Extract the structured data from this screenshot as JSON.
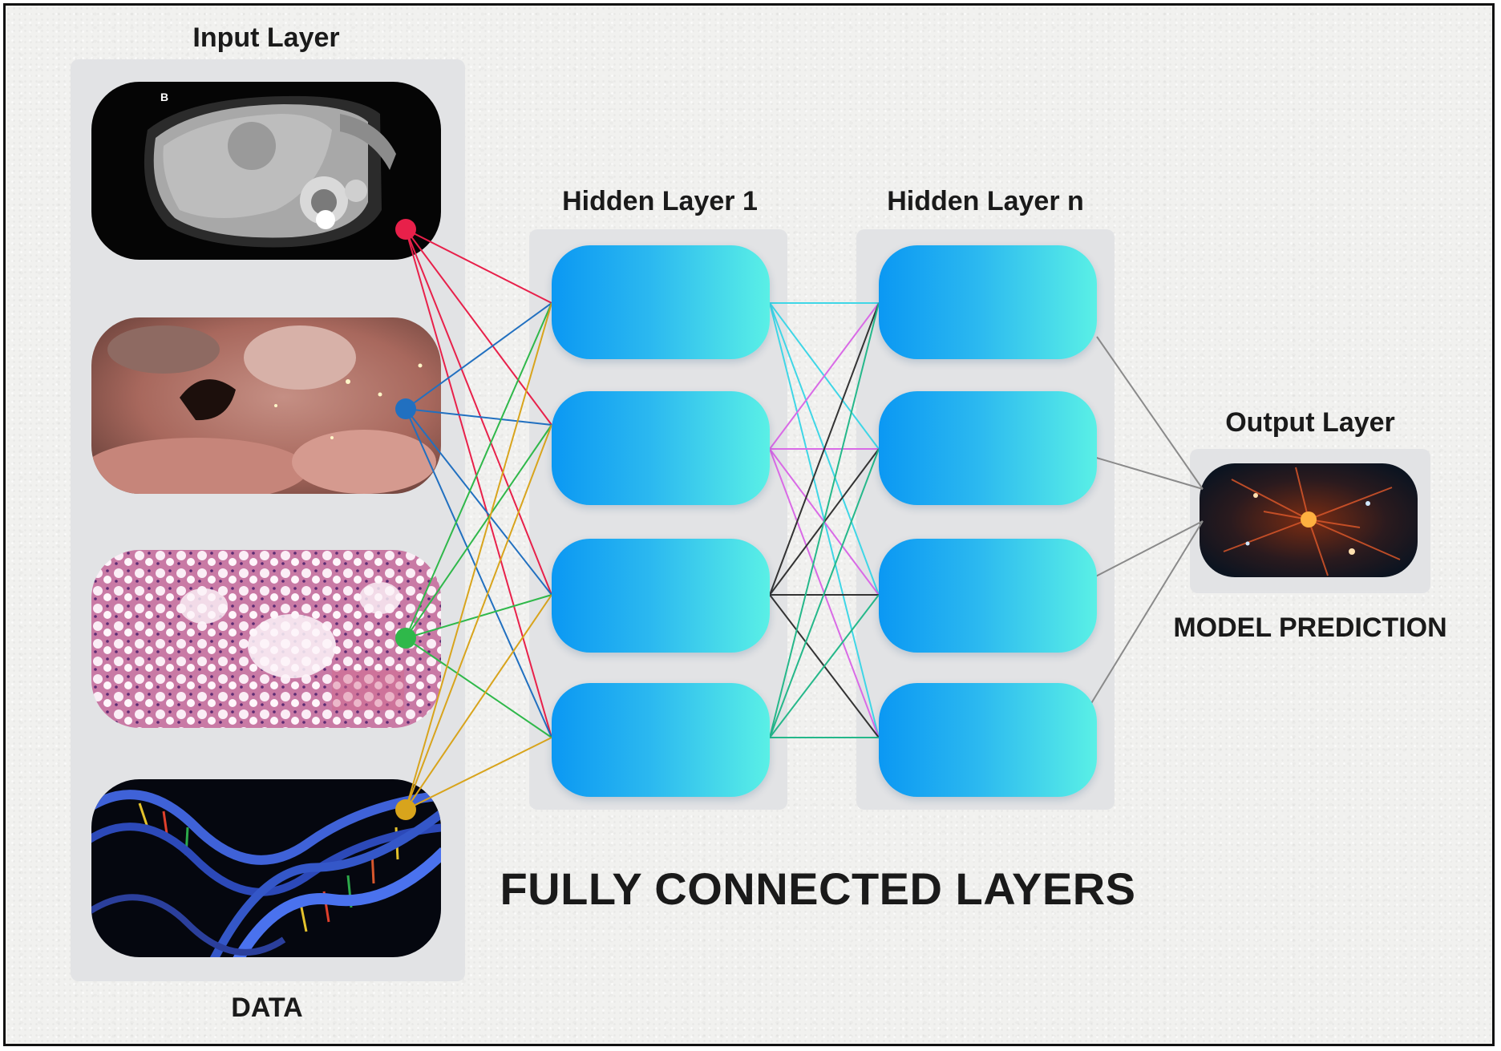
{
  "labels": {
    "input_layer": "Input Layer",
    "hidden_layer_1": "Hidden Layer 1",
    "hidden_layer_n": "Hidden Layer n",
    "output_layer": "Output Layer",
    "model_prediction": "MODEL PREDICTION",
    "data": "DATA",
    "fully_connected": "FULLY CONNECTED LAYERS"
  },
  "inputs": [
    {
      "name": "ct-scan",
      "corner_text": "B",
      "dot_color": "#e8204a"
    },
    {
      "name": "endoscopy",
      "dot_color": "#2170c0"
    },
    {
      "name": "histology",
      "dot_color": "#2fb84a"
    },
    {
      "name": "dna-helix",
      "dot_color": "#d8a41c"
    }
  ],
  "colors": {
    "node_gradient_start": "#0b98f3",
    "node_gradient_end": "#5af0e6",
    "panel": "#e2e3e5",
    "link_hidden_cyan": "#3fd6e6",
    "link_hidden_magenta": "#d96ae6",
    "link_hidden_dark": "#333333",
    "link_hidden_green": "#25b88a",
    "link_output": "#8a8a8a"
  }
}
